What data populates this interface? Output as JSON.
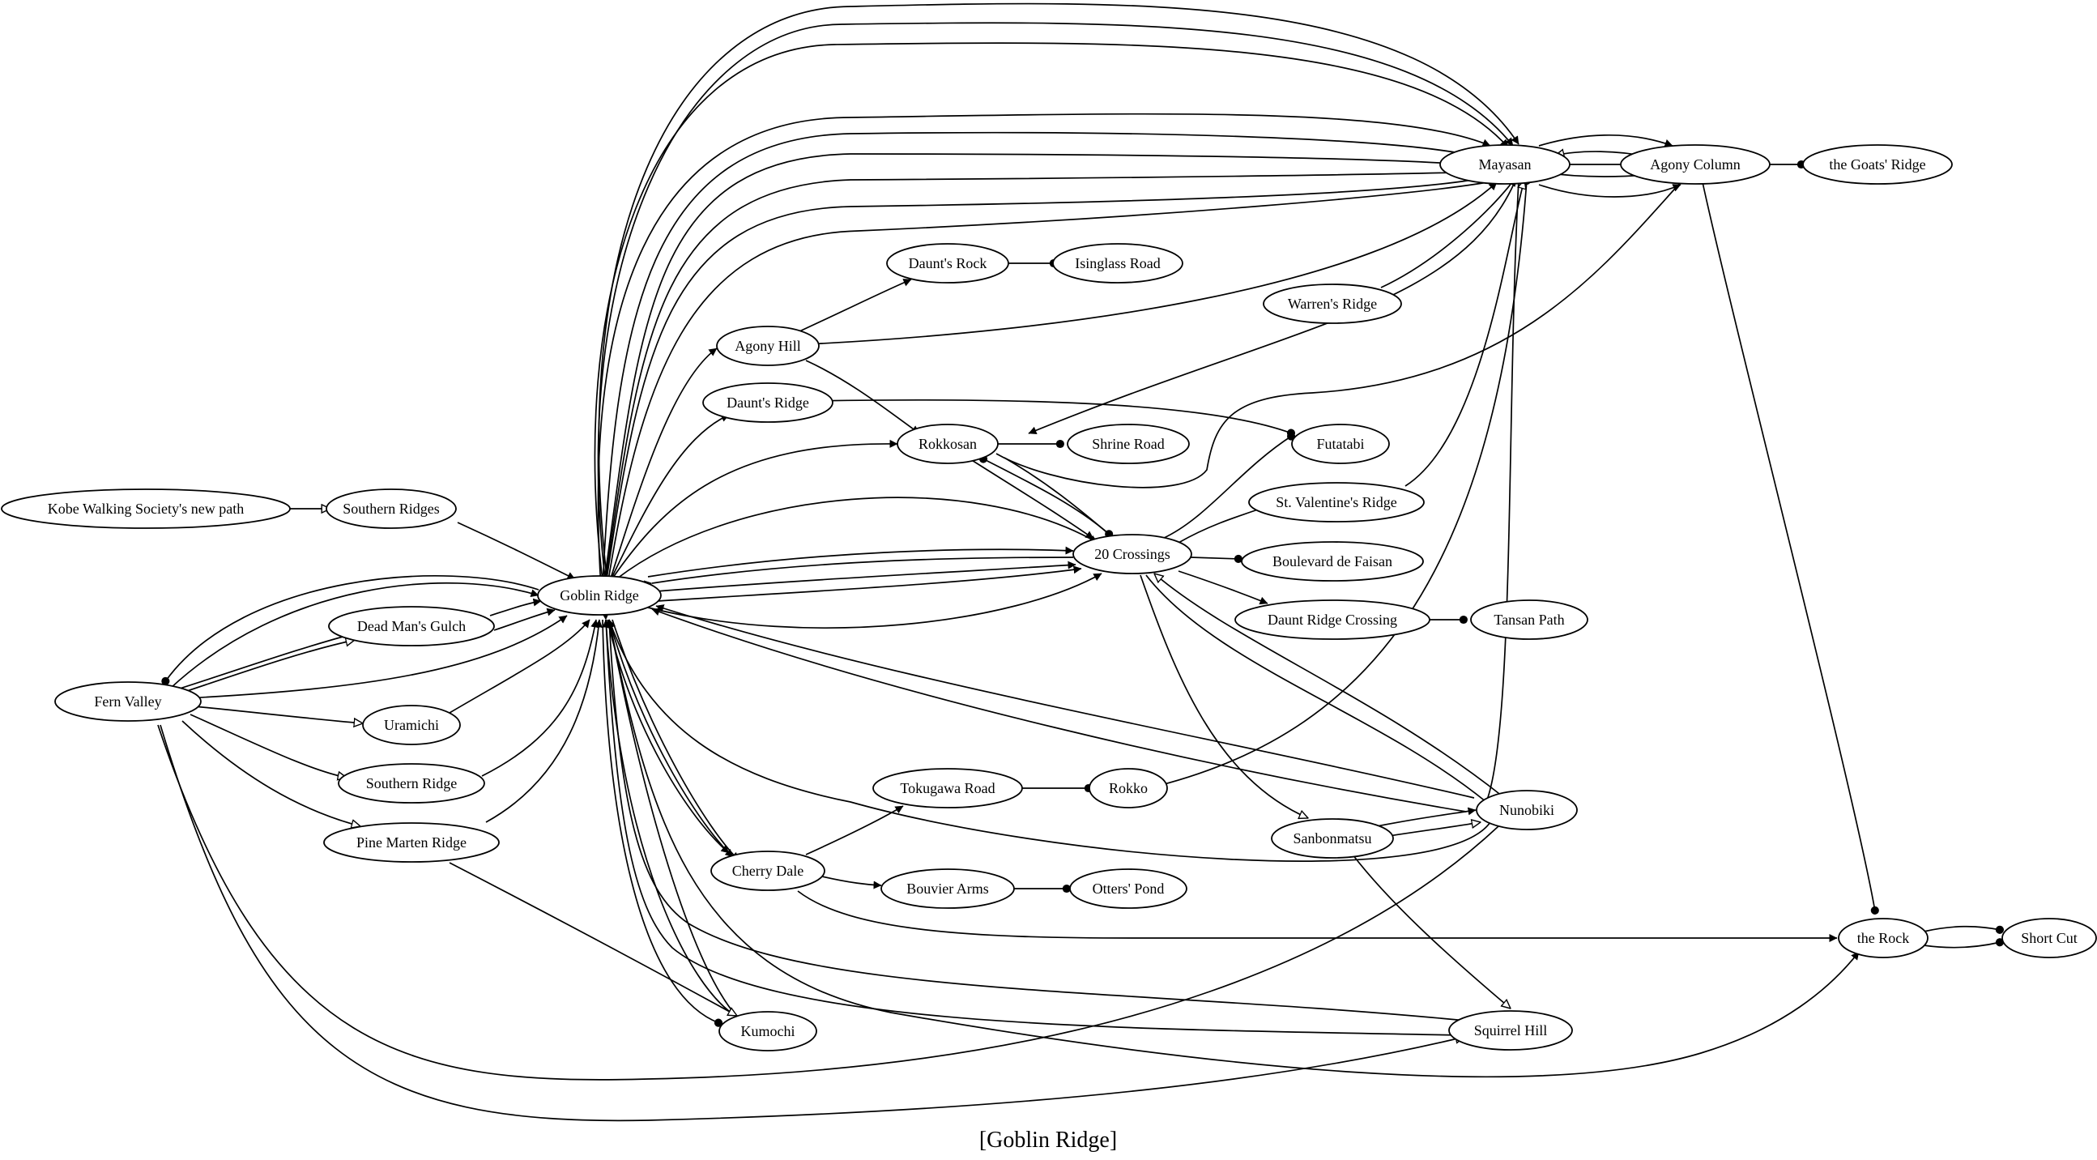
{
  "caption": "[Goblin Ridge]",
  "nodes": [
    {
      "id": "mayasan",
      "label": "Mayasan"
    },
    {
      "id": "agony_column",
      "label": "Agony Column"
    },
    {
      "id": "goats_ridge",
      "label": "the Goats' Ridge"
    },
    {
      "id": "daunts_rock",
      "label": "Daunt's Rock"
    },
    {
      "id": "isinglass_road",
      "label": "Isinglass Road"
    },
    {
      "id": "warrens_ridge",
      "label": "Warren's Ridge"
    },
    {
      "id": "agony_hill",
      "label": "Agony Hill"
    },
    {
      "id": "daunts_ridge",
      "label": "Daunt's Ridge"
    },
    {
      "id": "rokkosan",
      "label": "Rokkosan"
    },
    {
      "id": "shrine_road",
      "label": "Shrine Road"
    },
    {
      "id": "futatabi",
      "label": "Futatabi"
    },
    {
      "id": "kobe_path",
      "label": "Kobe Walking Society's new path"
    },
    {
      "id": "southern_ridges",
      "label": "Southern Ridges"
    },
    {
      "id": "st_valentines",
      "label": "St. Valentine's Ridge"
    },
    {
      "id": "crossings20",
      "label": "20 Crossings"
    },
    {
      "id": "boulevard",
      "label": "Boulevard de Faisan"
    },
    {
      "id": "goblin_ridge",
      "label": "Goblin Ridge"
    },
    {
      "id": "dead_mans_gulch",
      "label": "Dead Man's Gulch"
    },
    {
      "id": "daunt_ridge_crossing",
      "label": "Daunt Ridge Crossing"
    },
    {
      "id": "tansan_path",
      "label": "Tansan Path"
    },
    {
      "id": "fern_valley",
      "label": "Fern Valley"
    },
    {
      "id": "uramichi",
      "label": "Uramichi"
    },
    {
      "id": "southern_ridge",
      "label": "Southern Ridge"
    },
    {
      "id": "tokugawa_road",
      "label": "Tokugawa Road"
    },
    {
      "id": "rokko",
      "label": "Rokko"
    },
    {
      "id": "nunobiki",
      "label": "Nunobiki"
    },
    {
      "id": "pine_marten",
      "label": "Pine Marten Ridge"
    },
    {
      "id": "sanbonmatsu",
      "label": "Sanbonmatsu"
    },
    {
      "id": "cherry_dale",
      "label": "Cherry Dale"
    },
    {
      "id": "bouvier_arms",
      "label": "Bouvier Arms"
    },
    {
      "id": "otters_pond",
      "label": "Otters' Pond"
    },
    {
      "id": "the_rock",
      "label": "the Rock"
    },
    {
      "id": "short_cut",
      "label": "Short Cut"
    },
    {
      "id": "kumochi",
      "label": "Kumochi"
    },
    {
      "id": "squirrel_hill",
      "label": "Squirrel Hill"
    }
  ]
}
